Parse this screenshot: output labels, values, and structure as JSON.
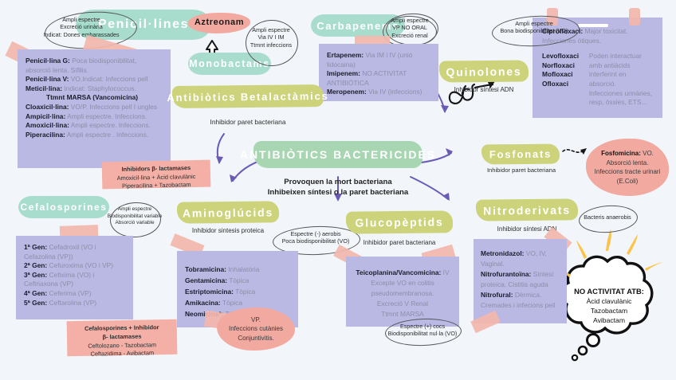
{
  "center": {
    "title": "ANTIBIÒTICS BACTERICIDES",
    "line1": "Provoquen la mort bacteriana",
    "line2": "Inhibeixen síntesi o la paret bacteriana"
  },
  "betalactamics": {
    "title": "Antibiòtics Betalactàmics",
    "subtitle": "Inhibidor paret bacteriana"
  },
  "penicillines": {
    "title": "Penicil·lines",
    "annotation": [
      "Ampli espectre",
      "Excreció urinària",
      "Indicat: Dones embarassades"
    ],
    "items": [
      {
        "name": "Penicil·lina G:",
        "desc": "Poca biodisponibilitat,"
      },
      {
        "name": "",
        "desc": "absorció lenta. Sífilis."
      },
      {
        "name": "Penicil·lina V:",
        "desc": "VO.Indicat: Infeccions pell"
      },
      {
        "name": "Meticil·lina:",
        "desc": "Indicat: Staphylococcus."
      },
      {
        "name": "",
        "desc": "Ttmnt MARSA (Vancomicina)"
      },
      {
        "name": "Cloaxicil·lina:",
        "desc": "VO/P. Infeccions pell  I ungles"
      },
      {
        "name": "Ampicil·lina:",
        "desc": "Ampli espectre. Infeccions."
      },
      {
        "name": "Amoxicil·lina:",
        "desc": "Ampli espectre. Infeccions."
      },
      {
        "name": "Piperacilina:",
        "desc": "Ampli espectre . Infeccions."
      }
    ],
    "note": {
      "head": "Inhibidors  β- lactamases",
      "lines": [
        "Amoxicil·lina + Àcid clavulànic",
        "Piperacilina + Tazobactam"
      ]
    }
  },
  "monobactams": {
    "title": "Monobactams",
    "drug": "Aztreonam",
    "annotation": [
      "Ampli espectre",
      "Via IV I IM",
      "Ttmnt infeccions"
    ]
  },
  "carbapenems": {
    "title": "Carbapenems",
    "annotation": [
      "Ampli espectre",
      "VP NO ORAL",
      "Excreció renal"
    ],
    "items": [
      {
        "name": "Ertapenem:",
        "desc": "Via IM i IV (unió"
      },
      {
        "name": "",
        "desc": "lidocaina)"
      },
      {
        "name": "Imipenem:",
        "desc": "NO ACTIVITAT"
      },
      {
        "name": "",
        "desc": "ANTIBIÒTICA"
      },
      {
        "name": "Meropenem:",
        "desc": "Via IV (infeccions)"
      }
    ]
  },
  "quinolones": {
    "title": "Quinolones",
    "subtitle": "Inhibidor síntesi ADN",
    "annotation": [
      "Ampli espectre",
      "Bona biodisponibilitat (VO)"
    ],
    "lead": {
      "name": "Ciprofloxaci:",
      "desc": "Major toxicitat."
    },
    "lead2": "Infecciones òtiques.",
    "drugs": [
      "Levofloxaci",
      "Norfloxaci",
      "Mofloxaci",
      "Ofloxaci"
    ],
    "sideText": [
      "Poden interactuar",
      "amb antiàcids",
      "interferint en",
      "absorció.",
      "Infecciones urinàries,",
      "resp, òssies, ETS..."
    ]
  },
  "fosfonats": {
    "title": "Fosfonats",
    "subtitle": "Inhibidor paret bacteriana",
    "blob": {
      "name": "Fosfomicina:",
      "lines": [
        "VO.",
        "Absorció lenta.",
        "Infeccions tracte urinari",
        "(E.Coli)"
      ]
    }
  },
  "cefalosporines": {
    "title": "Cefalosporines",
    "annotation": [
      "Ampli espectre",
      "Biodisponibilitat variable",
      "Absorció variable"
    ],
    "items": [
      {
        "name": "1ª Gen:",
        "desc": "Cefadroxil (VO i"
      },
      {
        "name": "",
        "desc": "Cefazolina (VP))"
      },
      {
        "name": "2ª Gen:",
        "desc": "Cefuroxima (VO i VP)"
      },
      {
        "name": "3ª Gen:",
        "desc": "Cefixima (VO) i"
      },
      {
        "name": "",
        "desc": "Ceftriaxona (VP)"
      },
      {
        "name": "4ª Gen:",
        "desc": "Ceferima (VP)"
      },
      {
        "name": "5ª Gen:",
        "desc": "Ceftarolina (VP)"
      }
    ],
    "note": {
      "head": "Cefalosporines + Inhibidor",
      "head2": "β- lactamases",
      "lines": [
        "Ceftolozano - Tazobactam",
        "Ceftazidima - Avibactam"
      ]
    }
  },
  "aminoglucids": {
    "title": "Aminoglúcids",
    "subtitle": "Inhibidor sintesis proteica",
    "annotation": [
      "Espectre (-) aerobis",
      "Poca biodisponibilitat (VO)"
    ],
    "items": [
      {
        "name": "Tobramicina:",
        "desc": "Inhalatòria"
      },
      {
        "name": "Gentamicina:",
        "desc": "Tòpica"
      },
      {
        "name": "Estriptomicina:",
        "desc": "Tòpica"
      },
      {
        "name": "Amikacina:",
        "desc": "Tòpica"
      },
      {
        "name": "Neomicina*:",
        "desc": "Tòpica"
      }
    ],
    "blob": [
      "VP.",
      "Infeccions cutànies",
      "Conjuntivitis."
    ]
  },
  "glucopeptids": {
    "title": "Glucopèptids",
    "subtitle": "Inhibidor paret bacteriana",
    "items": [
      {
        "name": "Teicoplanina/Vancomicina:",
        "desc": "IV"
      },
      {
        "name": "",
        "desc": "Excepte VO en colitis"
      },
      {
        "name": "",
        "desc": "pseudomembranosa."
      },
      {
        "name": "",
        "desc": "Excreció V Renal"
      },
      {
        "name": "",
        "desc": "Ttmnt MARSA"
      }
    ],
    "annotation": [
      "Espectre (+) cocs",
      "Biodisponibilitat nul·la (VO)"
    ]
  },
  "nitroderivats": {
    "title": "Nitroderivats",
    "subtitle": "Inhibidor síntesi ADN",
    "annotation": [
      "Bacteris anaerobis"
    ],
    "items": [
      {
        "name": "Metronidazol:",
        "desc": "VO, IV,"
      },
      {
        "name": "",
        "desc": "Vaginal."
      },
      {
        "name": "Nitrofurantoïna:",
        "desc": "Síntesi"
      },
      {
        "name": "",
        "desc": "proteica. Cistitis aguda"
      },
      {
        "name": "Nitrofural:",
        "desc": "Dèrmica."
      },
      {
        "name": "",
        "desc": "Cremades i infecions pell"
      }
    ]
  },
  "thought_bubble": {
    "title": "NO ACTIVITAT ATB:",
    "lines": [
      "Àcid clavulànic",
      "Tazobactam",
      "Avibactam"
    ]
  },
  "colors": {
    "background": "#f2f6fa",
    "teal": "#a8ddcd",
    "green": "#a9d6b2",
    "olive": "#ccd37a",
    "salmon": "#f2a9a0",
    "lavender": "#b9b9e4",
    "tape": "#f3b6ab",
    "arrow": "#6b5bb5",
    "yellow": "#fbc34a"
  }
}
